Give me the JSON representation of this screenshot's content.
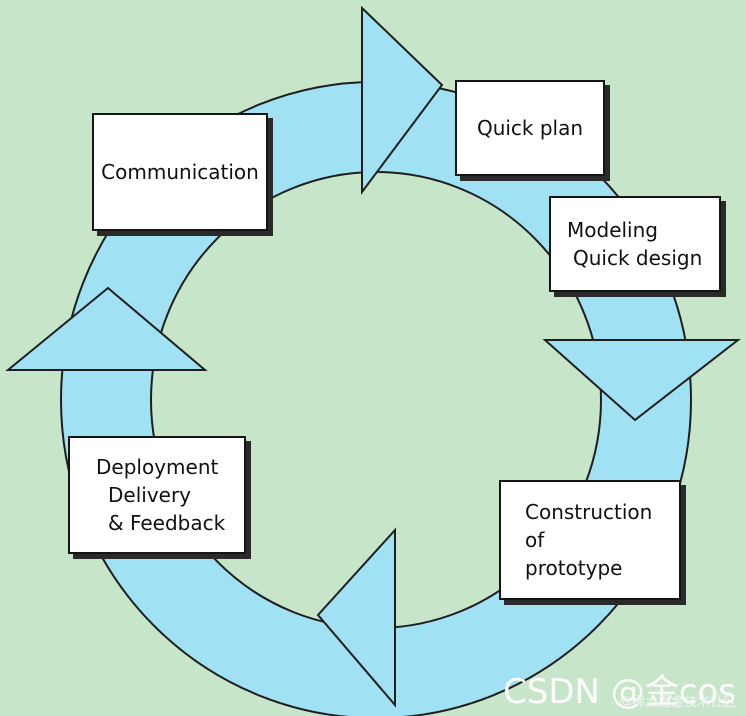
{
  "diagram": {
    "steps": [
      {
        "id": "communication",
        "lines": [
          "Communication"
        ]
      },
      {
        "id": "quick-plan",
        "lines": [
          "Quick plan"
        ]
      },
      {
        "id": "modeling",
        "lines": [
          "Modeling",
          "Quick design"
        ]
      },
      {
        "id": "construction",
        "lines": [
          "Construction",
          "of",
          "prototype"
        ]
      },
      {
        "id": "deployment",
        "lines": [
          "Deployment",
          "Delivery",
          "& Feedback"
        ]
      }
    ],
    "colors": {
      "background": "#c6e5c9",
      "arrow_fill": "#a0e1f3",
      "arrow_stroke": "#1e1e1e",
      "box_fill": "#ffffff",
      "box_border": "#151515"
    }
  },
  "watermark": {
    "main": "CSDN @金cos",
    "sub": "@稀土掘金技术社区"
  }
}
